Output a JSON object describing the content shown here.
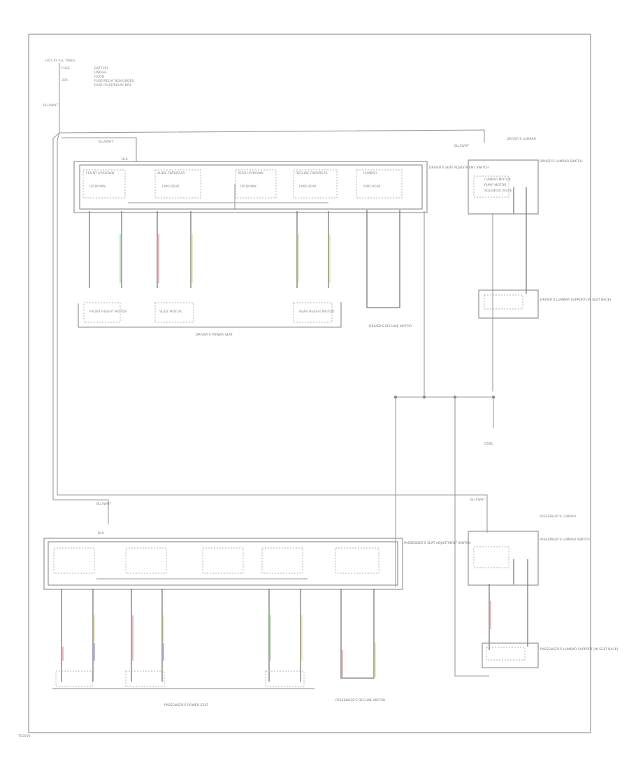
{
  "title_block": {
    "line1": "HOT AT ALL TIMES",
    "line2": "FUSE",
    "line3": "30A",
    "lines_right": [
      "BATTERY",
      "UNDER-",
      "HOOD",
      "FUSE/RELAY BOX/UNDER",
      "DASH FUSE/RELAY BOX"
    ]
  },
  "top_wire_color": "BLU/WHT",
  "ground_label": "BLK",
  "driver_seat": {
    "label": "BLU/WHT",
    "switch_label": "DRIVER'S SEAT ADJUSTMENT SWITCH",
    "groups": [
      {
        "name": "FRONT UP/DOWN",
        "opts": "UP  DOWN"
      },
      {
        "name": "SLIDE FWD/REAR",
        "opts": "FWD  REAR"
      },
      {
        "name": "REAR UP/DOWN",
        "opts": "UP  DOWN"
      },
      {
        "name": "RECLINE FWD/REAR",
        "opts": "FWD  REAR"
      },
      {
        "name": "LUMBAR",
        "opts": "FWD  REAR"
      }
    ],
    "motors": [
      "FRONT HEIGHT MOTOR",
      "SLIDE MOTOR",
      "REAR HEIGHT MOTOR"
    ],
    "motor_group": "DRIVER'S POWER SEAT",
    "recline": "DRIVER'S RECLINE MOTOR"
  },
  "driver_lumbar": {
    "name": "DRIVER'S LUMBAR",
    "switch": "DRIVER'S LUMBAR SWITCH",
    "sub": [
      "LUMBAR MOTOR",
      "PUMP MOTOR",
      "SOLENOID VALVE"
    ],
    "unit": "DRIVER'S LUMBAR SUPPORT (IN SEAT BACK)"
  },
  "pass_seat": {
    "label": "BLU/WHT",
    "switch_label": "PASSENGER'S SEAT ADJUSTMENT SWITCH",
    "motor_group": "PASSENGER'S POWER SEAT",
    "recline": "PASSENGER'S RECLINE MOTOR"
  },
  "pass_lumbar": {
    "name": "PASSENGER'S LUMBAR",
    "switch": "PASSENGER'S LUMBAR SWITCH",
    "unit": "PASSENGER'S LUMBAR SUPPORT (IN SEAT BACK)"
  },
  "ground": "G501",
  "footer": "TC0000"
}
